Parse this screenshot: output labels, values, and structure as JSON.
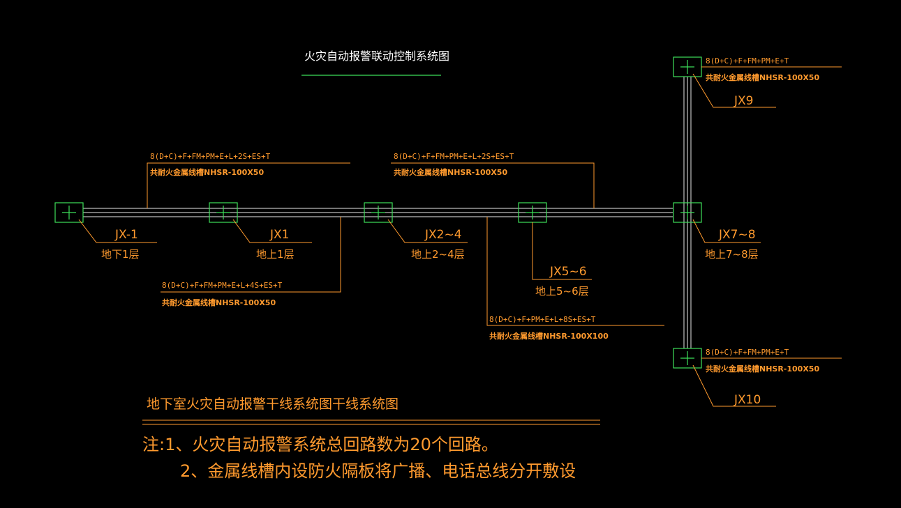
{
  "title": "火灾自动报警联动控制系统图",
  "subtitle": "地下室火灾自动报警干线系统图干线系统图",
  "notes": {
    "line1": "注:1、火灾自动报警系统总回路数为20个回路。",
    "line2": "2、金属线槽内设防火隔板将广播、电话总线分开敷设"
  },
  "boxes": {
    "jx_b1": {
      "label": "JX-1",
      "floor": "地下1层"
    },
    "jx_1": {
      "label": "JX1",
      "floor": "地上1层"
    },
    "jx_2_4": {
      "label": "JX2~4",
      "floor": "地上2~4层"
    },
    "jx_5_6": {
      "label": "JX5~6",
      "floor": "地上5~6层"
    },
    "jx_7_8": {
      "label": "JX7~8",
      "floor": "地上7~8层"
    },
    "jx_9": {
      "label": "JX9"
    },
    "jx_10": {
      "label": "JX10"
    }
  },
  "cables": {
    "c1": {
      "spec": "8(D+C)+F+FM+PM+E+L+2S+ES+T",
      "tray": "共耐火金属线槽NHSR-100X50"
    },
    "c2": {
      "spec": "8(D+C)+F+FM+PM+E+L+2S+ES+T",
      "tray": "共耐火金属线槽NHSR-100X50"
    },
    "c3": {
      "spec": "8(D+C)+F+FM+PM+E+L+4S+ES+T",
      "tray": "共耐火金属线槽NHSR-100X50"
    },
    "c4": {
      "spec": "8(D+C)+F+PM+E+L+8S+ES+T",
      "tray": "共耐火金属线槽NHSR-100X100"
    },
    "c5": {
      "spec": "8(D+C)+F+FM+PM+E+T",
      "tray": "共耐火金属线槽NHSR-100X50"
    },
    "c6": {
      "spec": "8(D+C)+F+FM+PM+E+T",
      "tray": "共耐火金属线槽NHSR-100X50"
    }
  },
  "colors": {
    "background": "#000000",
    "annotation": "#ff9a2e",
    "trunk": "#e8e8e8",
    "box": "#3ee05a",
    "title": "#ffffff"
  }
}
